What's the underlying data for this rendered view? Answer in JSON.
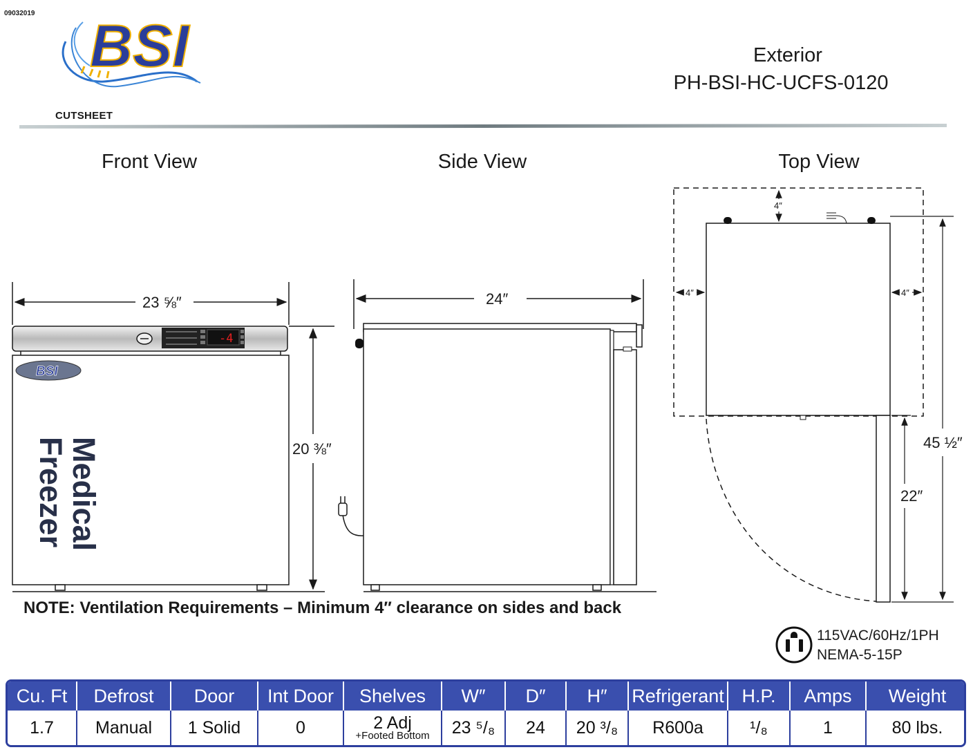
{
  "header": {
    "doc_code": "09032019",
    "logo_text": "BSI",
    "cutsheet_label": "CUTSHEET",
    "title": "Exterior",
    "model": "PH-BSI-HC-UCFS-0120",
    "colors": {
      "logo_blue": "#2a3d9a",
      "logo_gold": "#f0b000",
      "rule_gray": "#8a9498"
    }
  },
  "views": {
    "front": {
      "title": "Front View",
      "width_dim": "23 ⅝″",
      "height_dim": "20 ⅜″",
      "badge_text": "BSI",
      "display_value": "-4",
      "label_line1": "Medical",
      "label_line2": "Freezer"
    },
    "side": {
      "title": "Side View",
      "depth_dim": "24″"
    },
    "top": {
      "title": "Top View",
      "clearance_back": "4″",
      "clearance_left": "4″",
      "clearance_right": "4″",
      "total_depth": "45 ½″",
      "door_swing": "22″"
    }
  },
  "note": "NOTE: Ventilation Requirements – Minimum 4″ clearance on sides and back",
  "power": {
    "line1": "115VAC/60Hz/1PH",
    "line2": "NEMA-5-15P",
    "icon": "nema-5-15-outlet-icon"
  },
  "spec_table": {
    "headers": [
      "Cu. Ft",
      "Defrost",
      "Door",
      "Int Door",
      "Shelves",
      "W″",
      "D″",
      "H″",
      "Refrigerant",
      "H.P.",
      "Amps",
      "Weight"
    ],
    "row": [
      "1.7",
      "Manual",
      "1 Solid",
      "0",
      "2 Adj",
      "23 ⁵/₈",
      "24",
      "20 ³/₈",
      "R600a",
      "¹/₈",
      "1",
      "80 lbs."
    ],
    "shelves_note": "+Footed Bottom"
  }
}
